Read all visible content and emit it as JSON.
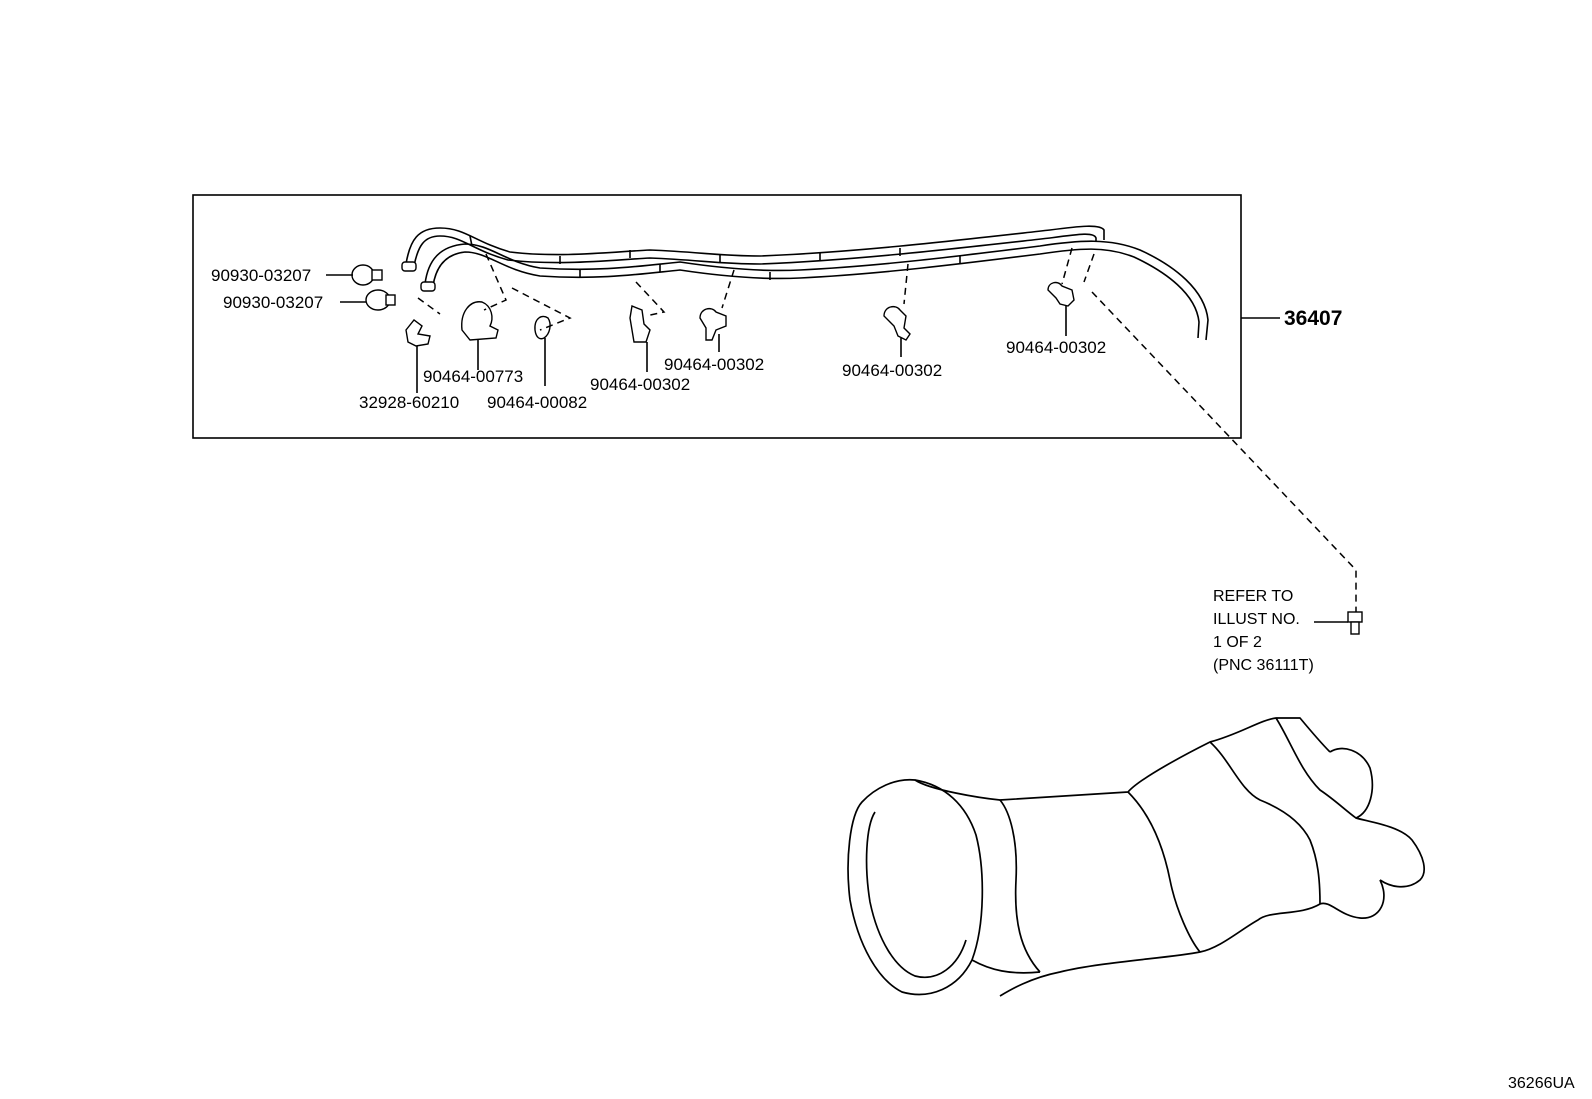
{
  "parts": {
    "grommet_1": "90930-03207",
    "grommet_2": "90930-03207",
    "clamp_773": "90464-00773",
    "bracket_32928": "32928-60210",
    "clamp_082": "90464-00082",
    "clamp_302_a": "90464-00302",
    "clamp_302_b": "90464-00302",
    "clamp_302_c": "90464-00302",
    "clamp_302_d": "90464-00302",
    "assembly": "36407"
  },
  "refer_note": {
    "line1": "REFER TO",
    "line2": "ILLUST NO.",
    "line3": "1 OF 2",
    "line4": "(PNC 36111T)"
  },
  "figure_id": "36266UA"
}
